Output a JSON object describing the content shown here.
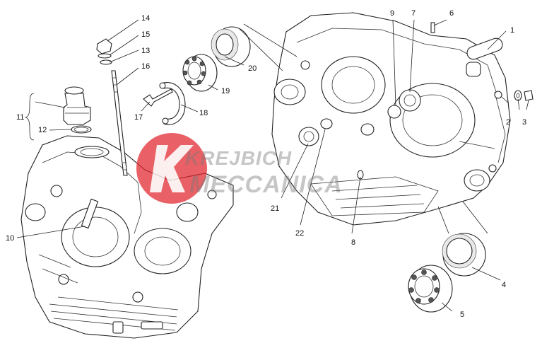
{
  "diagram": {
    "callouts": [
      "1",
      "2",
      "3",
      "4",
      "5",
      "6",
      "7",
      "8",
      "9",
      "10",
      "11",
      "12",
      "13",
      "14",
      "15",
      "16",
      "17",
      "18",
      "19",
      "20",
      "21",
      "22"
    ],
    "watermark": {
      "line1": "KREJBICH",
      "line2": "MECCANICA",
      "logo_color": "#e0262b"
    }
  }
}
